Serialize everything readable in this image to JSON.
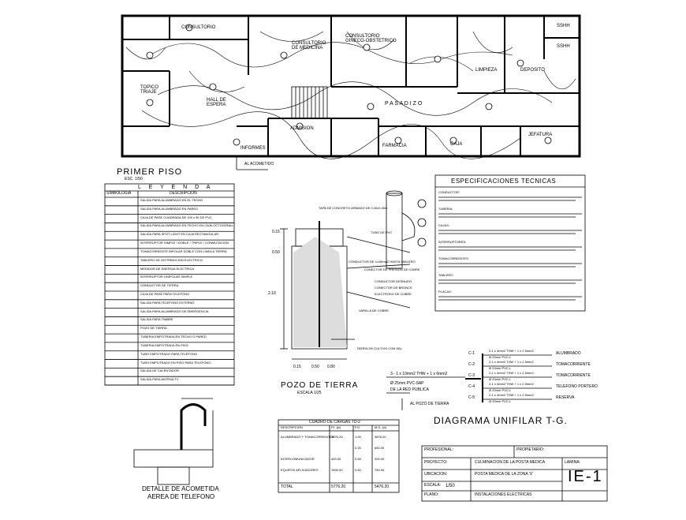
{
  "plan": {
    "title": "PRIMER PISO",
    "scale": "ESC. 1/50",
    "rooms": {
      "consultorio_a": "CONSULTORIO",
      "consultorio_medicina": "CONSULTORIO DE MEDICINA",
      "consultorio_gineco": "CONSULTORIO GINECO-OBSTETRICO",
      "topico": "TOPICO TRIAJE",
      "hall": "HALL DE ESPERA",
      "admision": "ADMISION",
      "informes": "INFORMES",
      "pasadizo": "P A S A D I Z O",
      "farmacia": "FARMACIA",
      "caja": "CAJA",
      "limpieza": "LIMPIEZA",
      "deposito": "DEPOSITO",
      "jefatura": "JEFATURA",
      "sshh_a": "SSHH",
      "sshh_b": "SSHH"
    },
    "acometida_note": "AL ACOMETIDO"
  },
  "legend": {
    "title": "L E Y E N D A",
    "col_symbol": "SIMBOLOGIA",
    "col_desc": "DESCRIPCION",
    "rows": [
      "SALIDA PARA ALUMBRADO EN EL TECHO",
      "SALIDA PARA ALUMBRADO EN PARED",
      "CAJA DE PASE CUADRADA DE 100 x 55 DE PVC",
      "SALIDA PARA ALUMBRADO EN TECHO EN CAJA OCTOGONAL",
      "SALIDA PARA SPOT LIGHT EN CAJA RECTANGULAR",
      "INTERRUPTOR SIMPLE / DOBLE / TRIPLE / CONMUTACION",
      "TOMACORRIENTE BIPOLAR DOBLE CON LINEA A TIERRA",
      "TABLERO DE DISTRIBUCION ELECTRICO",
      "MEDIDOR DE ENERGIA ELECTRICA",
      "INTERRUPTOR UNIPOLAR SIMPLE",
      "CONDUCTOR DE TIERRA",
      "CAJA DE PASE PARA TELEFONO",
      "SALIDA PARA TELEFONO EXTERNO",
      "SALIDA PARA ALUMBRADO DE EMERGENCIA",
      "SALIDA PARA TIMBRE",
      "POZO DE TIERRA",
      "TUBERIA EMPOTRADA EN TECHO O PARED",
      "TUBERIA EMPOTRADA EN PISO",
      "TUBO EMPOTRADO PARA TELEFONO",
      "TUBO EMPOTRADO EN PISO PARA TELEFONO",
      "SALIDA DE CALENTADOR",
      "SALIDA PARA ANTENA TV"
    ]
  },
  "pozo": {
    "title": "POZO DE TIERRA",
    "scale": "ESCALA 1/25",
    "notes": [
      "TAPA DE CONCRETO ARMADO DE 0.40x0.40m",
      "TUBO DE PVC",
      "CONDUCTOR DE 1x16mm2 HASTA TABLERO",
      "CONECTOR DE PRESION DE COBRE",
      "CONDUCTOR DESNUDO",
      "CONECTOR DE BRONCE",
      "ELECTRODO DE COBRE",
      "VARILLA DE COBRE",
      "TIERRA DE CULTIVO CON SAL"
    ],
    "dims": [
      "0.15",
      "0.50",
      "2.10",
      "0.15",
      "0.50",
      "0.80"
    ]
  },
  "acometida": {
    "title_line1": "DETALLE DE ACOMETIDA",
    "title_line2": "AEREA DE TELEFONO"
  },
  "specs": {
    "title": "ESPECIFICACIONES TECNICAS",
    "sections": [
      "CONDUCTOR:",
      "TUBERIA:",
      "CAJAS:",
      "INTERRUPTORES:",
      "TOMACORRIENTES:",
      "TABLERO:",
      "PLACAS:"
    ]
  },
  "cuadro": {
    "title": "CUADRO DE CARGAS TD-2",
    "headers": [
      "DESCRIPCION",
      "P.I. (w)",
      "F.D.",
      "M.D. (w)"
    ],
    "rows": [
      [
        "ALUMBRADO Y TOMACORRIENTES",
        "3876.20",
        "1.00",
        "3876.20"
      ],
      [
        "",
        "",
        "0.25",
        "650.00"
      ],
      [
        "INTERCOMUNICADOR",
        "400.00",
        "0.50",
        "200.00"
      ],
      [
        "EQUIPOS APLICADORES",
        "1500.00",
        "0.50",
        "750.00"
      ]
    ],
    "total_label": "TOTAL",
    "total_pi": "5776.20",
    "total_md": "5476.20"
  },
  "unifilar": {
    "title": "DIAGRAMA UNIFILAR T-G.",
    "feed": "3 - 1 x 10mm2 THW + 1 x 6mm2",
    "feed_pipe": "Ø 25mm PVC-SAP",
    "feed_from": "DE LA RED PUBLICA",
    "pozo_label": "AL POZO DE TIERRA",
    "circuits": [
      {
        "id": "C-1",
        "label": "ALUMBRADO"
      },
      {
        "id": "C-2",
        "label": "TOMACORRIENTE"
      },
      {
        "id": "C-3",
        "label": "TOMACORRIENTE"
      },
      {
        "id": "C-4",
        "label": "TELEFONO PORTERO"
      },
      {
        "id": "C-5",
        "label": "RESERVA"
      }
    ],
    "cable_spec": "2-1 x 4mm2 THW + 1 x 2.5mm2",
    "pipe_spec": "Ø 20mm PVC-L"
  },
  "titleblock": {
    "profesional": "PROFESIONAL:",
    "propietario": "PROPIETARIO:",
    "proyecto_label": "PROYECTO:",
    "proyecto": "CULMINACION DE LA POSTA MEDICA",
    "ubicacion_label": "UBICACION:",
    "ubicacion": "POSTA MEDICA DE LA ZONA 'X'",
    "plano_label": "PLANO:",
    "plano": "INSTALACIONES ELECTRICAS",
    "escala_label": "ESCALA:",
    "escala": "1/50",
    "lamina_label": "LAMINA:",
    "sheet": "IE-1"
  }
}
